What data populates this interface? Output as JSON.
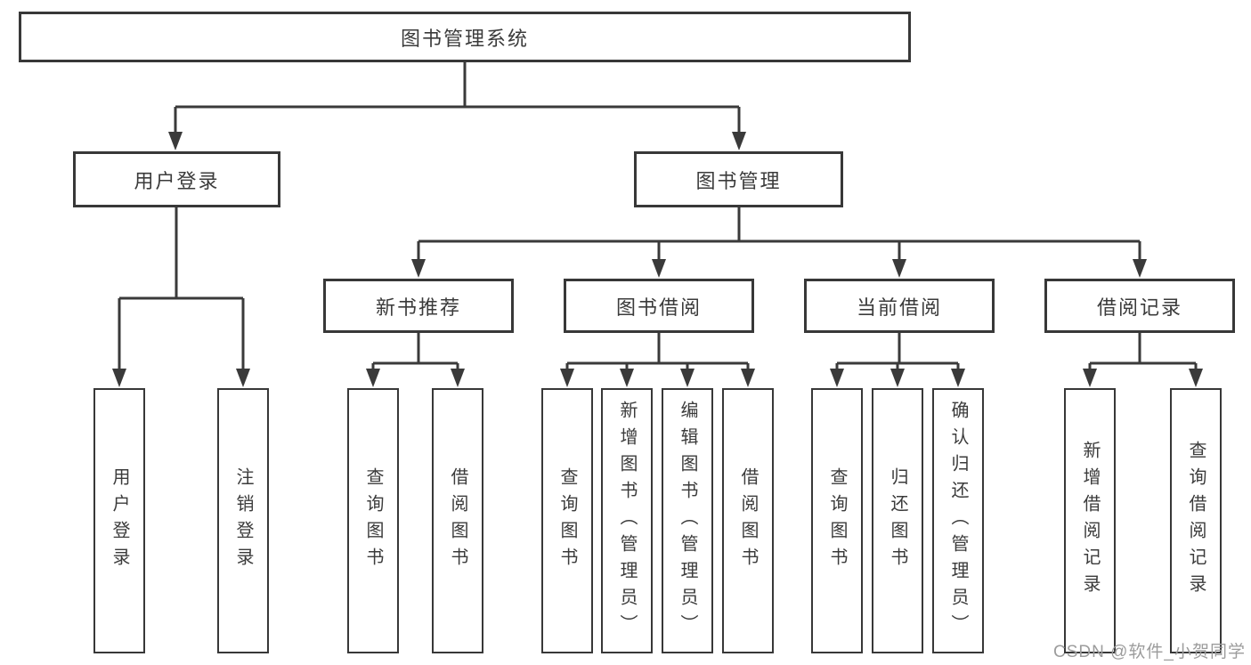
{
  "diagram": {
    "title_node": {
      "label": "图书管理系统"
    },
    "level2": {
      "user_login": {
        "label": "用户登录"
      },
      "book_management": {
        "label": "图书管理"
      }
    },
    "level3": {
      "new_book_recommend": {
        "label": "新书推荐"
      },
      "book_borrowing": {
        "label": "图书借阅"
      },
      "current_borrowing": {
        "label": "当前借阅"
      },
      "borrowing_records": {
        "label": "借阅记录"
      }
    },
    "leaves": [
      {
        "label": "用户登录",
        "parent": "用户登录"
      },
      {
        "label": "注销登录",
        "parent": "用户登录"
      },
      {
        "label": "查询图书",
        "parent": "新书推荐"
      },
      {
        "label": "借阅图书",
        "parent": "新书推荐"
      },
      {
        "label": "查询图书",
        "parent": "图书借阅"
      },
      {
        "label": "新增图书（管理员）",
        "parent": "图书借阅"
      },
      {
        "label": "编辑图书（管理员）",
        "parent": "图书借阅"
      },
      {
        "label": "借阅图书",
        "parent": "图书借阅"
      },
      {
        "label": "查询图书",
        "parent": "当前借阅"
      },
      {
        "label": "归还图书",
        "parent": "当前借阅"
      },
      {
        "label": "确认归还（管理员）",
        "parent": "当前借阅"
      },
      {
        "label": "新增借阅记录",
        "parent": "借阅记录"
      },
      {
        "label": "查询借阅记录",
        "parent": "借阅记录"
      }
    ],
    "watermark": "CSDN @软件_小贺同学",
    "colors": {
      "line": "#3a3a3a",
      "border": "#383838",
      "text": "#3b3b3b",
      "watermark": "#9c9c9c",
      "background": "#ffffff"
    }
  }
}
